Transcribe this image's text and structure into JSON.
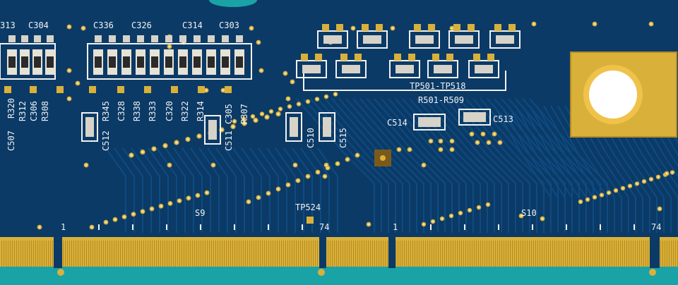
{
  "board": {
    "colors": {
      "substrate": "#0b3a66",
      "trace": "#0f4c84",
      "silkscreen": "#f2f2f2",
      "gold": "#d9b13a",
      "gold_dark": "#b88b1f",
      "teal_edge": "#1aa3a6",
      "resistor": "#2a2a2a"
    },
    "labels": {
      "c313": "313",
      "c304": "C304",
      "c336": "C336",
      "c326": "C326",
      "c314": "C314",
      "c303": "C303",
      "c507": "C507",
      "r320": "R320",
      "r312": "R312",
      "c306": "C306",
      "r308": "R308",
      "c512": "C512",
      "r345": "R345",
      "c328": "C328",
      "r338": "R338",
      "r333": "R333",
      "c320": "C320",
      "r322": "R322",
      "r314": "R314",
      "c511": "C511",
      "c305": "C305",
      "r307": "R307",
      "c510": "C510",
      "c515": "C515",
      "tp_range": "TP501-TP518",
      "r_range": "R501-R509",
      "c514": "C514",
      "c513": "C513",
      "tp524": "TP524",
      "s9": "S9",
      "s10": "S10",
      "pin1_left": "1",
      "pin74_left": "74",
      "pin1_right": "1",
      "pin74_right": "74"
    }
  }
}
